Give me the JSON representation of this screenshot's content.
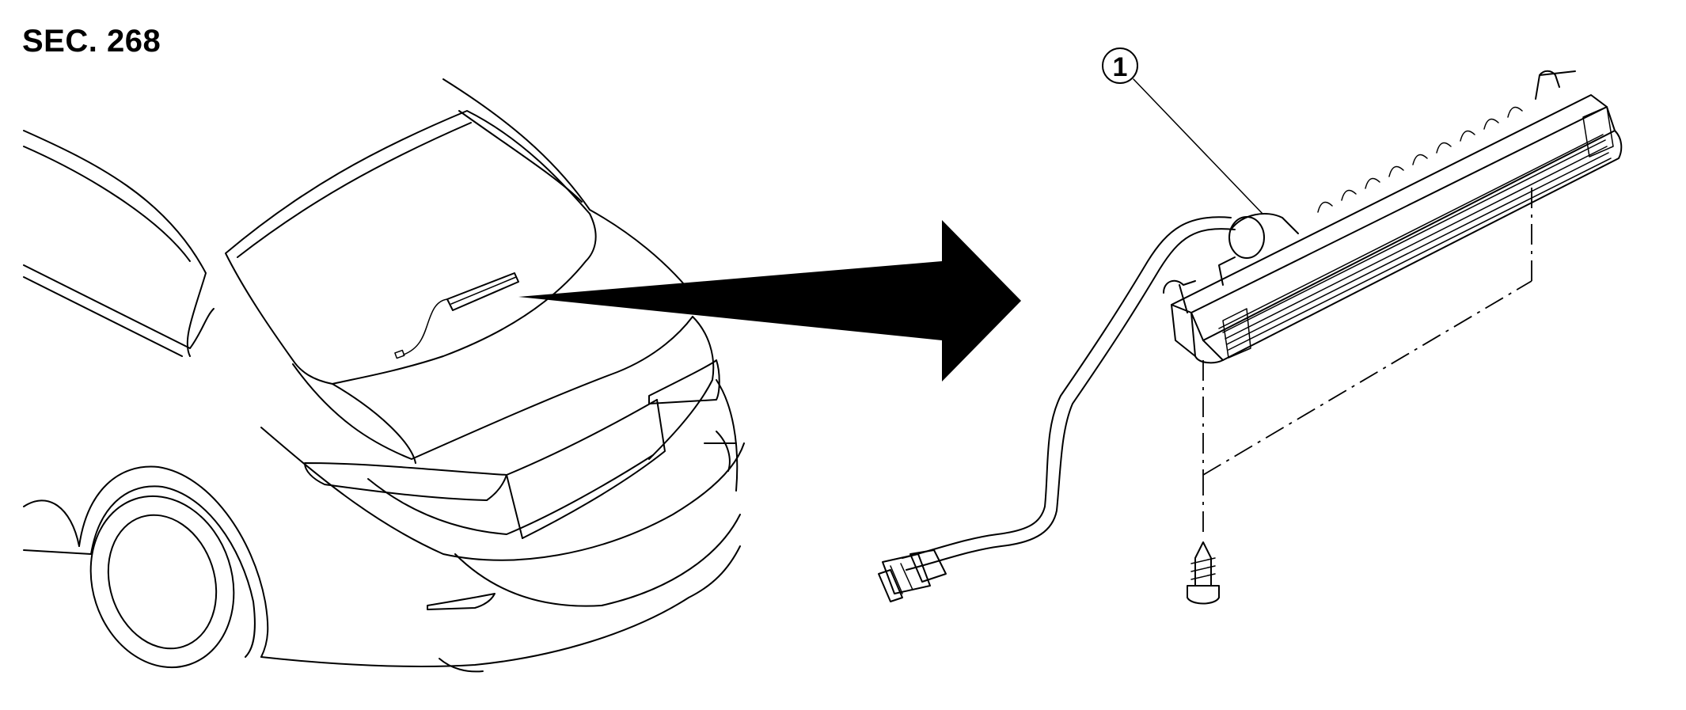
{
  "section": {
    "label": "SEC. 268"
  },
  "callouts": [
    {
      "number": "1",
      "symbol": "①",
      "part": "high-mounted-stop-lamp"
    }
  ],
  "colors": {
    "line": "#000000",
    "background": "#ffffff"
  }
}
